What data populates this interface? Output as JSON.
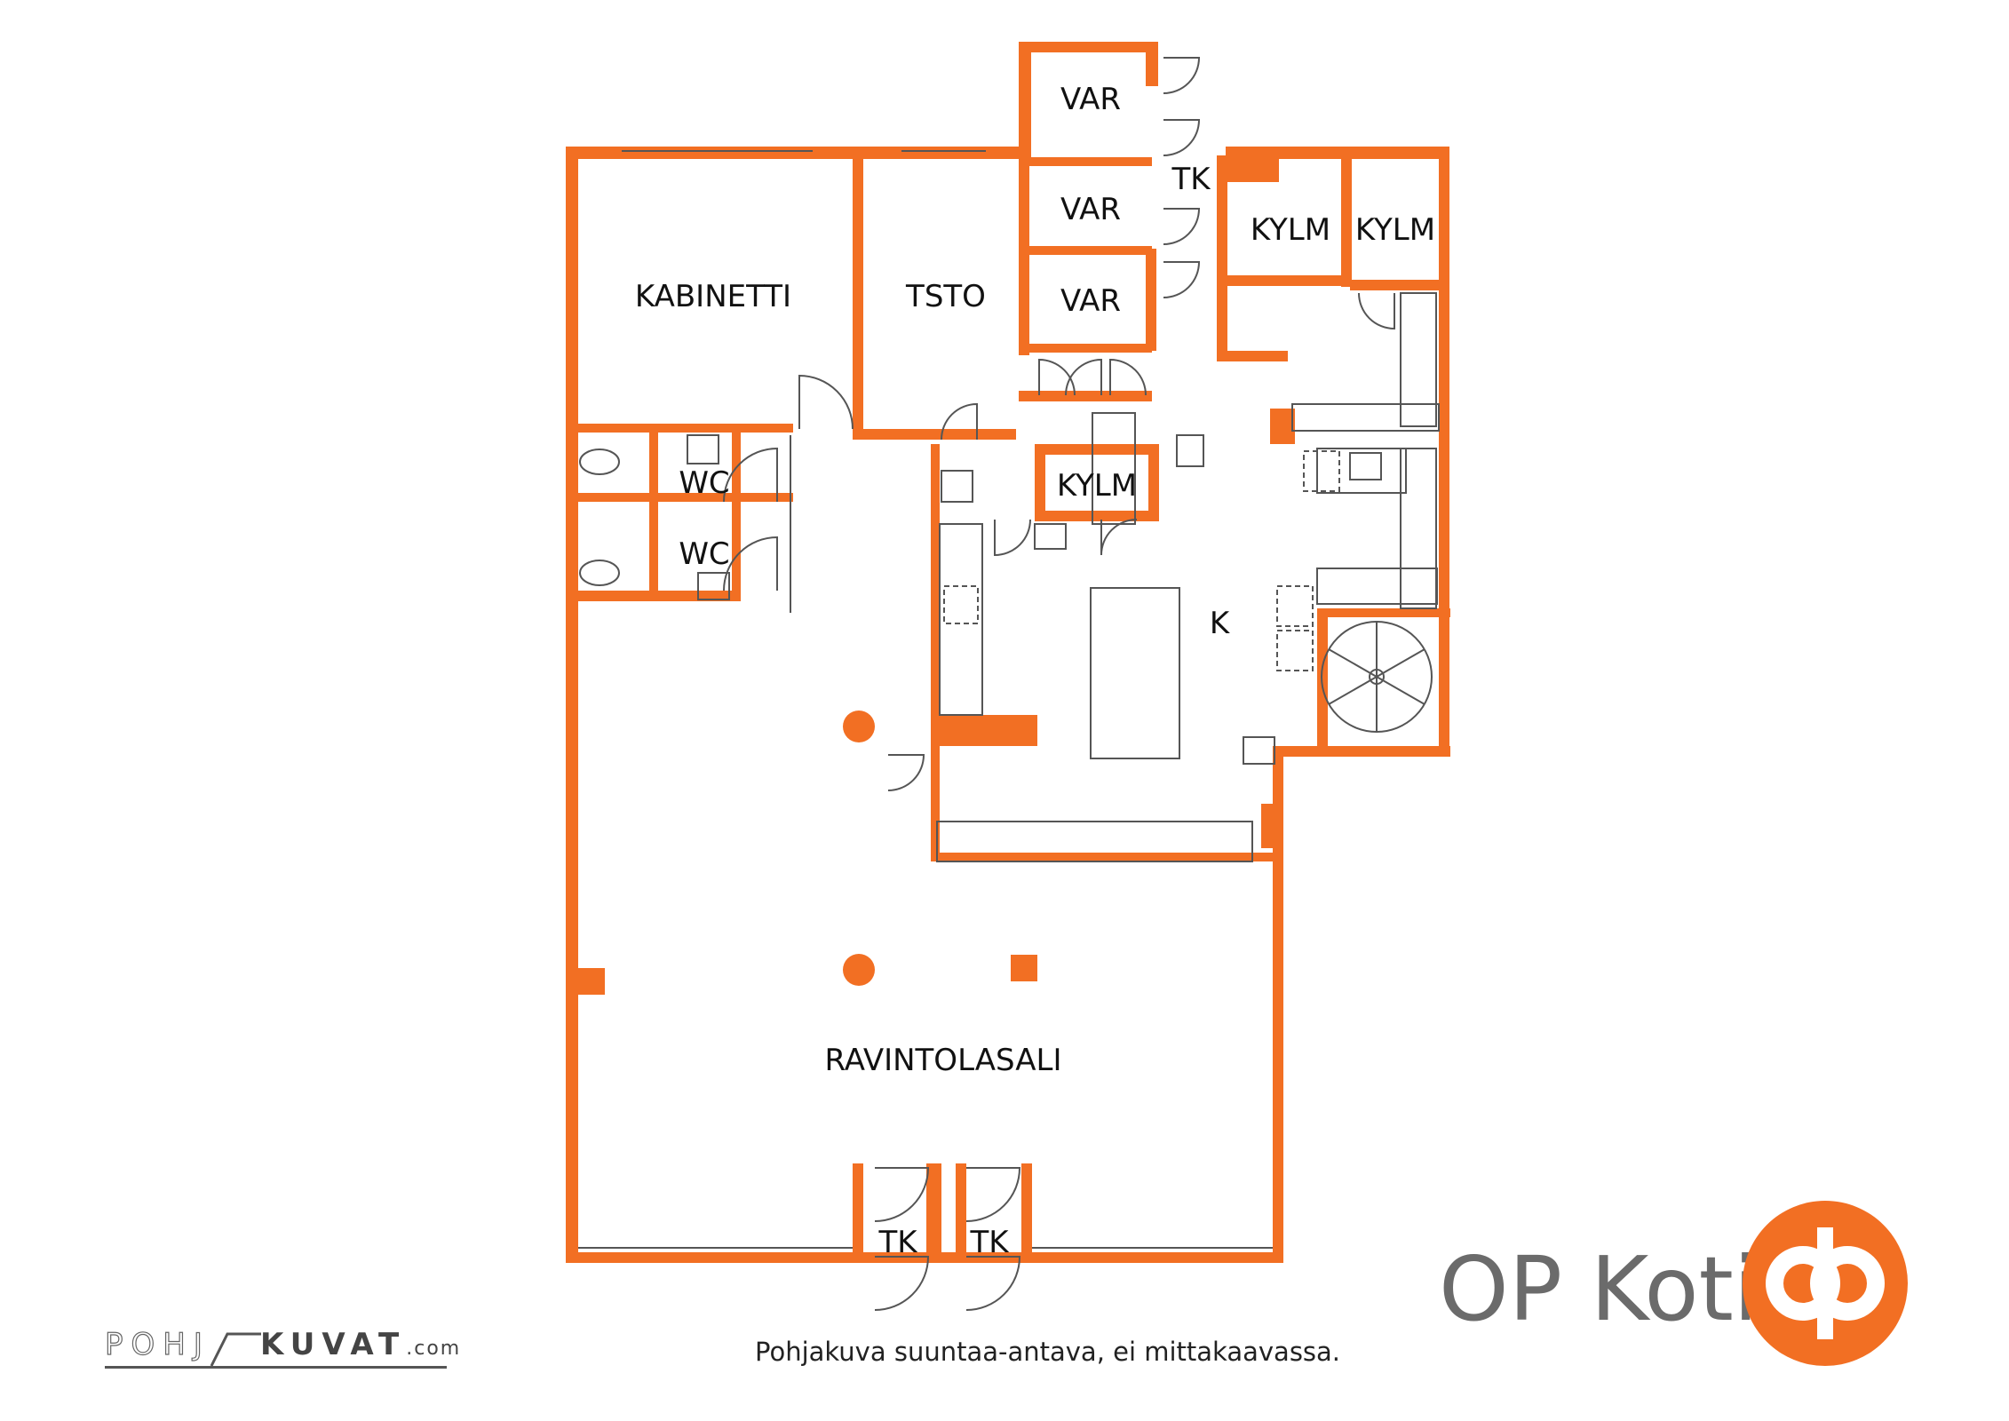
{
  "floorplan": {
    "rooms": {
      "var1": "VAR",
      "var2": "VAR",
      "var3": "VAR",
      "tk_top": "TK",
      "kylm1": "KYLM",
      "kylm2": "KYLM",
      "kylm3": "KYLM",
      "kabinetti": "KABINETTI",
      "tsto": "TSTO",
      "wc1": "WC",
      "wc2": "WC",
      "kitchen": "K",
      "ravintolasali": "RAVINTOLASALI",
      "tk_bottom1": "TK",
      "tk_bottom2": "TK"
    },
    "caption": "Pohjakuva suuntaa-antava, ei mittakaavassa.",
    "colors": {
      "wall": "#F26F23",
      "line": "#555555",
      "brand_text": "#6B6B6B"
    }
  },
  "watermark": {
    "left_text": "POHJ",
    "right_text": "KUVAT",
    "suffix": ".com"
  },
  "brand": {
    "name": "OP Koti",
    "logo_icon": "op-logo-icon"
  }
}
